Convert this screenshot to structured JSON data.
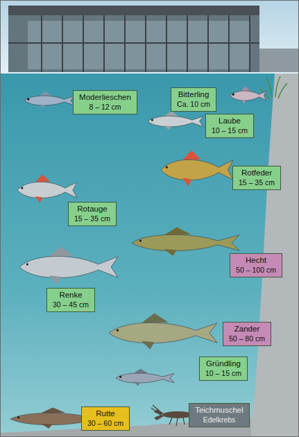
{
  "diagram": {
    "nodes": [
      {
        "text": [
          "Moderlieschen",
          "8 – 12 cm"
        ]
      },
      {
        "text": [
          "Bitterling",
          "Ca. 10 cm"
        ]
      },
      {
        "text": [
          "Laube",
          "10 – 15 cm"
        ]
      },
      {
        "text": [
          "Rotfeder",
          "15 – 35 cm"
        ]
      },
      {
        "text": [
          "Rotauge",
          "15 – 35 cm"
        ]
      },
      {
        "text": [
          "Hecht",
          "50 – 100 cm"
        ]
      },
      {
        "text": [
          "Renke",
          "30 – 45 cm"
        ]
      },
      {
        "text": [
          "Zander",
          "50 – 80 cm"
        ]
      },
      {
        "text": [
          "Gründling",
          "10 – 15 cm"
        ]
      },
      {
        "text": [
          "Rutte",
          "30 – 60 cm"
        ]
      },
      {
        "text": [
          "Teichmuschel",
          "Edelkrebs"
        ]
      }
    ]
  }
}
